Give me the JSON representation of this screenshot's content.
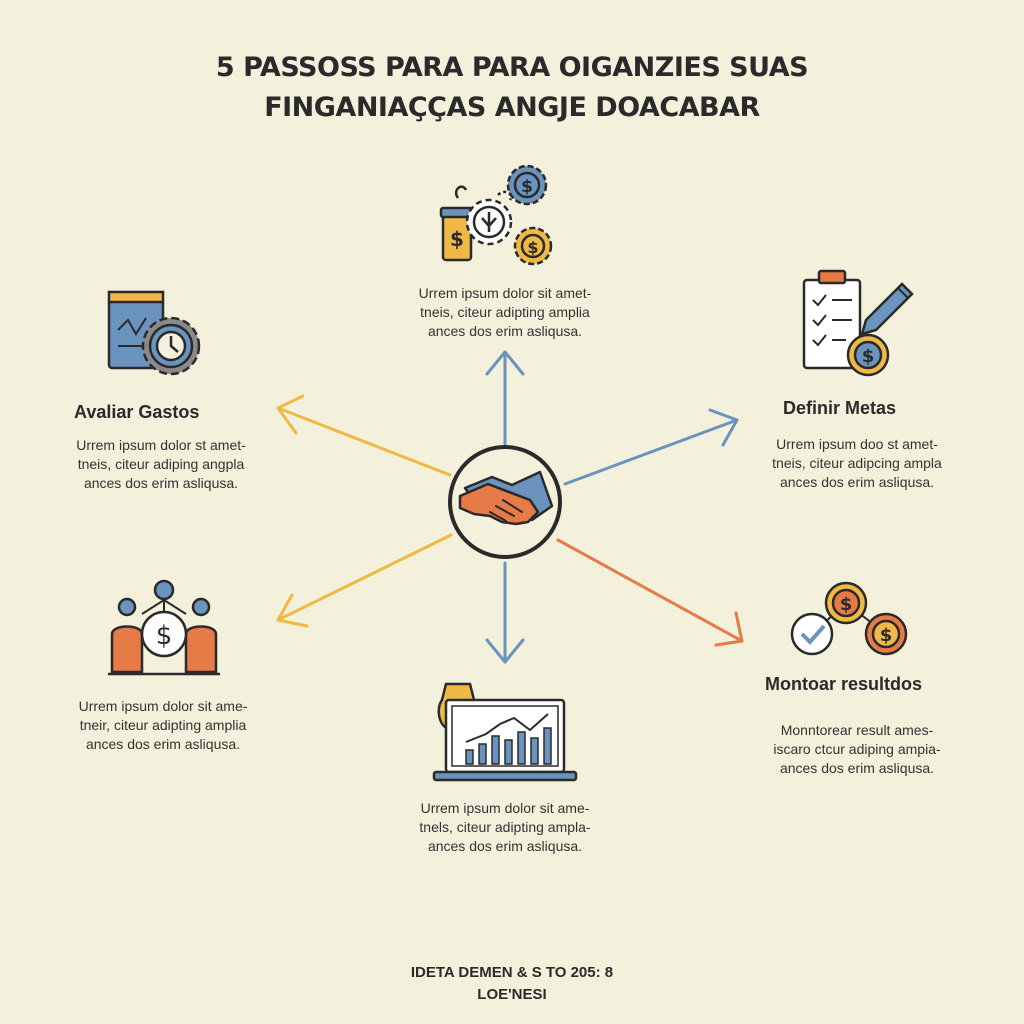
{
  "title": {
    "line1": "5 PASSOSS PARA PARA OIGANZIES SUAS",
    "line2": "FINGANIAÇÇAS  ANGJE DOACABAR"
  },
  "steps": {
    "top": {
      "heading": "",
      "desc": [
        "Urrem ipsum dolor sit amet-",
        "tneis, citeur adipting amplia",
        "ances dos erim asliqusa."
      ]
    },
    "avaliar": {
      "heading": "Avaliar Gastos",
      "desc": [
        "Urrem ipsum dolor st amet-",
        "tneis, citeur adiping angpla",
        "ances dos erim asliqusa."
      ]
    },
    "definir": {
      "heading": "Definir Metas",
      "desc": [
        "Urrem ipsum doo st amet-",
        "tneis, citeur adipcing ampla",
        "ances dos erim asliqusa."
      ]
    },
    "left_bottom": {
      "heading": "",
      "desc": [
        "Urrem ipsum dolor sit ame-",
        "tneir, citeur adipting amplia",
        "ances dos erim asliqusa."
      ]
    },
    "bottom": {
      "heading": "",
      "desc": [
        "Urrem ipsum dolor sit ame-",
        "tnels, citeur adipting ampla-",
        "ances dos erim asliqusa."
      ]
    },
    "monitorar": {
      "heading": "Montoar resultdos",
      "desc": [
        "Monntorear result ames-",
        "iscaro ctcur adiping ampia-",
        "ances dos erim asliqusa."
      ]
    }
  },
  "footer": {
    "line1": "IDETA  DEMEN & S TO 205: 8",
    "line2": "LOE'NESI"
  },
  "colors": {
    "background": "#f3f0dc",
    "blue": "#6a93bd",
    "yellow": "#f0b845",
    "orange": "#e57b47",
    "outline": "#2a2a2a"
  },
  "icons": {
    "center": "handshake-icon",
    "top": "gears-money-jar-icon",
    "avaliar": "clipboard-gear-icon",
    "definir": "checklist-pencil-coin-icon",
    "left_bottom": "people-coin-icon",
    "bottom": "lightbulb-laptop-chart-icon",
    "monitorar": "coins-check-icon"
  }
}
